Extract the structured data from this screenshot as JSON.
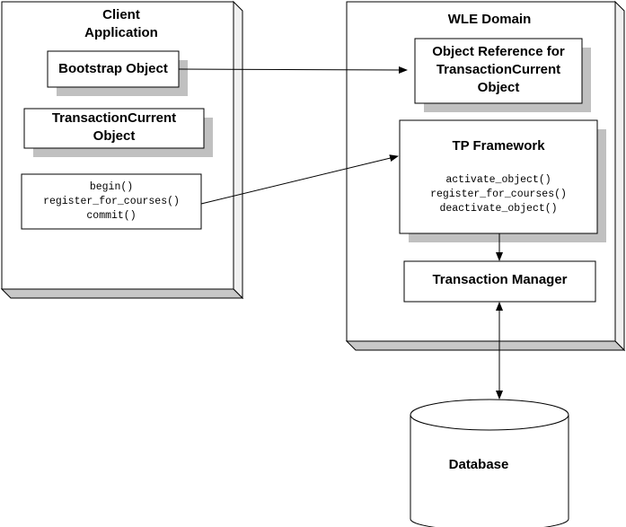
{
  "client": {
    "title_line1": "Client",
    "title_line2": "Application",
    "bootstrap": "Bootstrap Object",
    "tc_line1": "TransactionCurrent",
    "tc_line2": "Object",
    "calls": [
      "begin()",
      "register_for_courses()",
      "commit()"
    ]
  },
  "domain": {
    "title": "WLE Domain",
    "objref_line1": "Object Reference for",
    "objref_line2": "TransactionCurrent",
    "objref_line3": "Object",
    "tp_title": "TP Framework",
    "tp_calls": [
      "activate_object()",
      "register_for_courses()",
      "deactivate_object()"
    ],
    "tm": "Transaction Manager"
  },
  "database": {
    "label": "Database"
  },
  "colors": {
    "shadow": "#c0c0c0",
    "line": "#000000",
    "fill": "#ffffff"
  }
}
